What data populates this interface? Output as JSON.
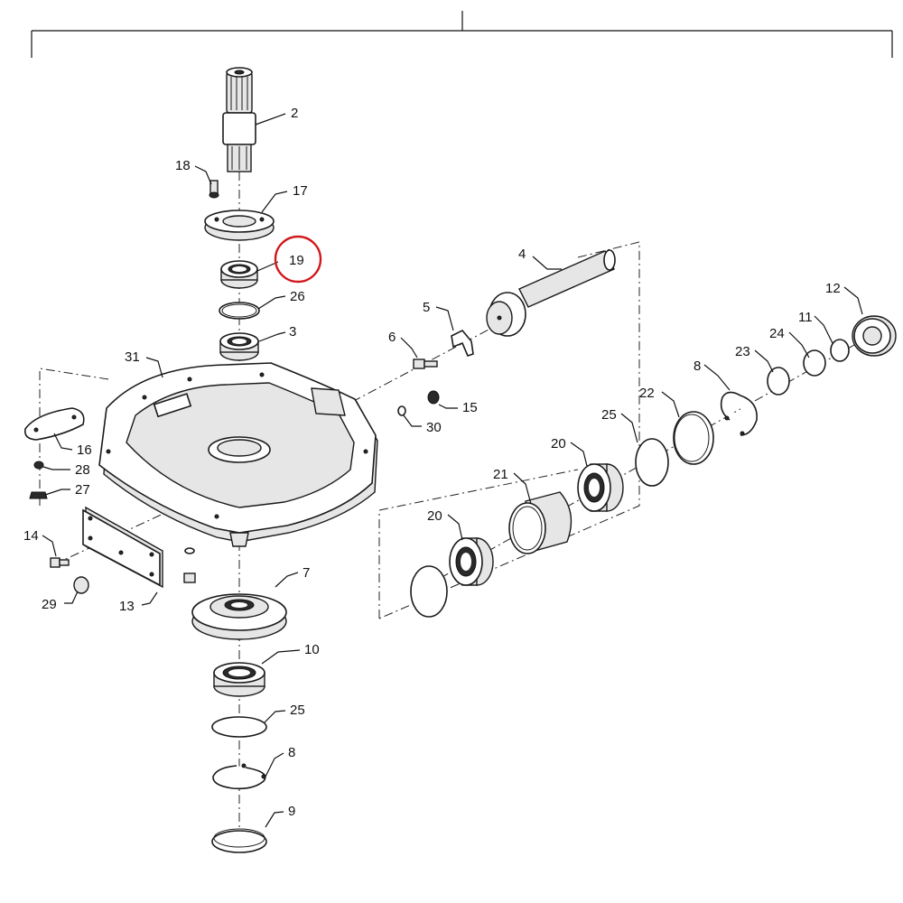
{
  "labels": {
    "p2": "2",
    "p18": "18",
    "p17": "17",
    "p19": "19",
    "p26": "26",
    "p3": "3",
    "p4": "4",
    "p5": "5",
    "p6": "6",
    "p15": "15",
    "p30": "30",
    "p31": "31",
    "p16": "16",
    "p28": "28",
    "p27": "27",
    "p14": "14",
    "p29": "29",
    "p13": "13",
    "p7": "7",
    "p10": "10",
    "p25a": "25",
    "p8a": "8",
    "p9": "9",
    "p12": "12",
    "p11": "11",
    "p24": "24",
    "p23": "23",
    "p8b": "8",
    "p22": "22",
    "p25b": "25",
    "p20a": "20",
    "p21": "21",
    "p20b": "20"
  },
  "highlight": {
    "part": "19",
    "color": "#d0181c"
  }
}
